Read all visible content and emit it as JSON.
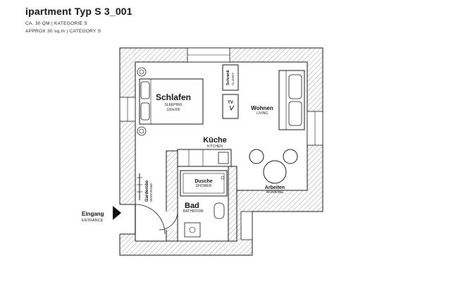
{
  "header": {
    "title": "ipartment Typ S 3_001",
    "line1": "CA. 30 QM | KATEGORIE S",
    "line2": "APPROX 30 sq.m | CATEGORY S"
  },
  "rooms": {
    "schlafen": {
      "de": "Schlafen",
      "en": "SLEEPING",
      "size": "160x200"
    },
    "kueche": {
      "de": "Küche",
      "en": "KITCHEN"
    },
    "wohnen": {
      "de": "Wohnen",
      "en": "LIVING"
    },
    "arbeiten": {
      "de": "Arbeiten",
      "en": "WORKING"
    },
    "dusche": {
      "de": "Dusche",
      "en": "SHOWER"
    },
    "bad": {
      "de": "Bad",
      "en": "BATHROOM"
    },
    "garderobe": {
      "de": "Garderobe",
      "en": "WARDROBE"
    },
    "schrank": {
      "de": "Schrank",
      "en": "CLOSET"
    },
    "tv": "TV"
  },
  "entrance": {
    "de": "Eingang",
    "en": "ENTRANCE"
  },
  "colors": {
    "wall": "#ffffff",
    "stroke": "#111111",
    "hatch": "#9a9a9a"
  }
}
